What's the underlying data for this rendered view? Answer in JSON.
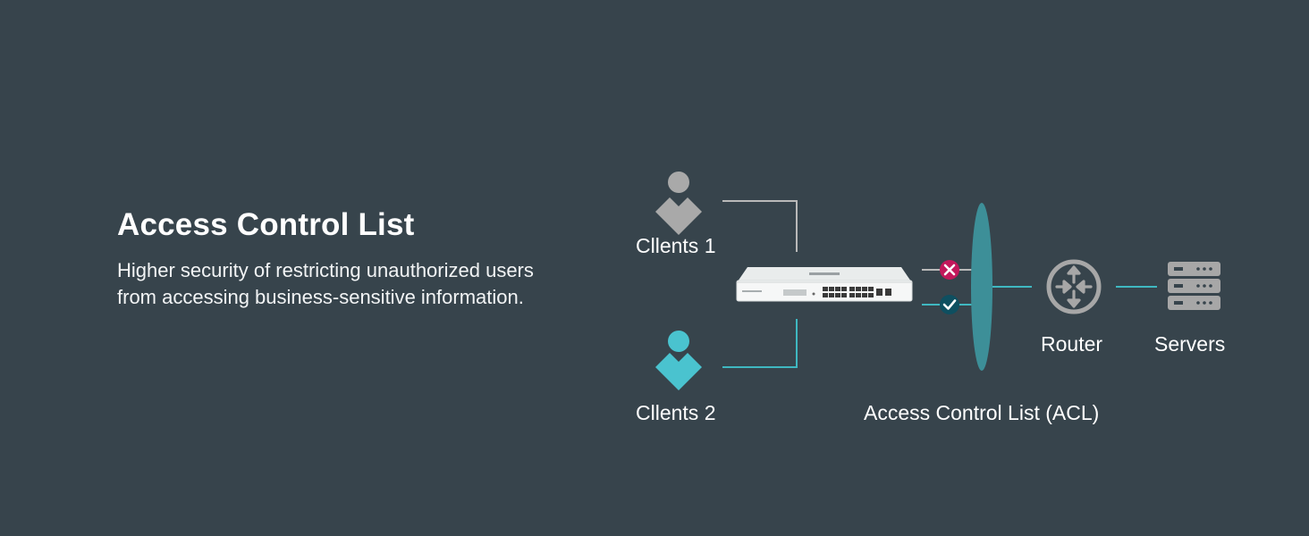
{
  "heading": {
    "title": "Access Control List",
    "description_lines": [
      "Higher security of restricting unauthorized users",
      "from accessing business-sensitive information."
    ]
  },
  "diagram": {
    "client1_label": "Cllents 1",
    "client2_label": "Cllents 2",
    "acl_label": "Access Control List (ACL)",
    "router_label": "Router",
    "servers_label": "Servers",
    "blocked_icon": "x-mark-icon",
    "allowed_icon": "check-mark-icon"
  },
  "colors": {
    "background": "#37444c",
    "client1": "#a9a9a9",
    "client2": "#4ac3cf",
    "blocked": "#c2185b",
    "allowed": "#0e4f60",
    "acl_barrier": "#3d8f98",
    "device_gray": "#a7a7a7",
    "teal_line": "#3fb8c1"
  }
}
